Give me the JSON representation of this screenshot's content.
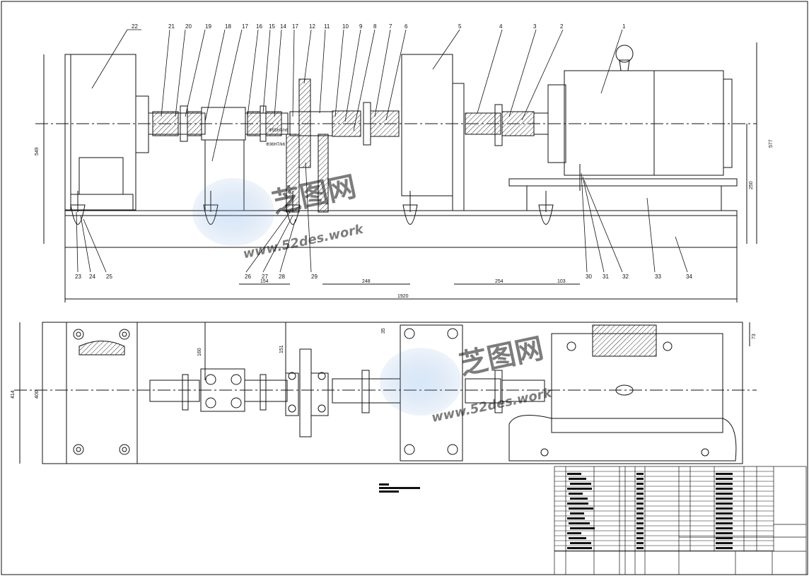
{
  "elevation_view": {
    "balloons": [
      "22",
      "21",
      "20",
      "19",
      "18",
      "17",
      "16",
      "15",
      "14",
      "17",
      "12",
      "11",
      "10",
      "9",
      "8",
      "7",
      "6",
      "5",
      "4",
      "3",
      "2",
      "1"
    ],
    "bottom_balloons": [
      "23",
      "24",
      "25",
      "26",
      "27",
      "28",
      "29",
      "30",
      "31",
      "32",
      "33",
      "34"
    ],
    "fit_labels": [
      "Φ55H7/n6",
      "Φ36H7/k6"
    ],
    "dims": {
      "overall_height": "549",
      "right_height": "577",
      "right_small": "250",
      "span_a": "154",
      "span_b": "248",
      "span_c": "254",
      "span_d": "103",
      "overall_length": "1920"
    }
  },
  "plan_view": {
    "dims": {
      "width_outer": "414",
      "width_inner": "400",
      "offset_a": "160",
      "offset_b": "151",
      "small_top": "35",
      "right_top": "73"
    }
  },
  "watermark": {
    "brand": "芝图网",
    "url": "www.52des.work"
  },
  "title_block": {
    "label": "title-block"
  },
  "colors": {
    "line": "#111111",
    "hatch": "#333333",
    "watermark": "#3a78c8"
  }
}
